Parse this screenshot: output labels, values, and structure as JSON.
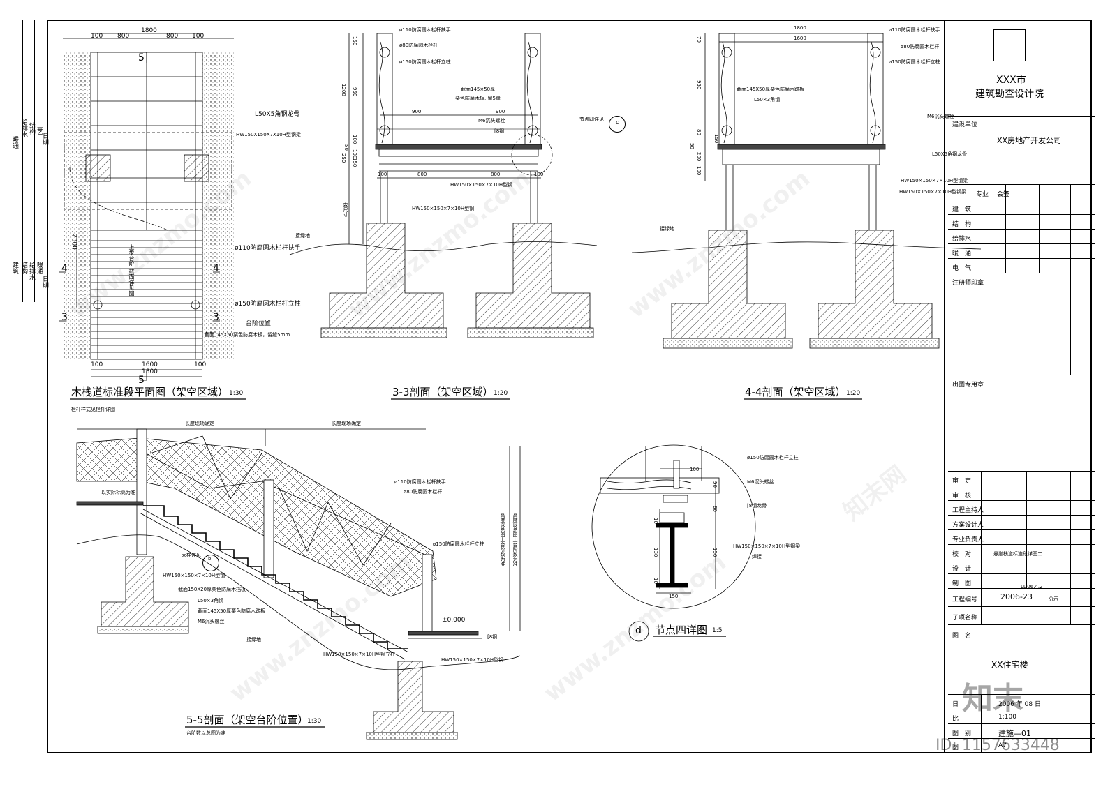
{
  "plan": {
    "title": "木栈道标准段平面图（架空区域）",
    "scale": "1:30",
    "dims_top": [
      "100",
      "800",
      "1800",
      "800",
      "100"
    ],
    "dims_bottom": [
      "100",
      "1600",
      "1800",
      "100"
    ],
    "dim_side": "2300",
    "section_marks": [
      "5",
      "5",
      "4",
      "4",
      "3",
      "3"
    ],
    "notes": [
      "L50X5角钢龙骨",
      "HW150X150X7X10H型钢梁",
      "ø110防腐圆木栏杆扶手",
      "ø150防腐圆木栏杆立柱",
      "台阶位置",
      "截面145X50栗色防腐木板，留缝5mm"
    ],
    "center_note": "上步台阶 截面详见图",
    "sub_note": "栏杆样式见栏杆详图"
  },
  "section33": {
    "title": "3-3剖面（架空区域）",
    "scale": "1:20",
    "dims_top": [
      "900",
      "900"
    ],
    "dims_bottom": [
      "100",
      "800",
      "800",
      "100"
    ],
    "dims_left": [
      "150",
      "950",
      "1200",
      "100",
      "50",
      "100",
      "150",
      "250"
    ],
    "vertical_label": "变尺寸",
    "notes": [
      "ø110防腐圆木栏杆扶手",
      "ø80防腐圆木栏杆",
      "ø150防腐圆木栏杆立柱",
      "截面145×50厚",
      "栗色防腐木板, 留5缝",
      "M6沉头螺栓",
      "[8钢",
      "HW150×150×7×10H型钢",
      "HW150×150×7×10H型钢",
      "节点四详见",
      "接绿地"
    ],
    "detail_mark": "d"
  },
  "section44": {
    "title": "4-4剖面（架空区域）",
    "scale": "1:20",
    "dims_top": [
      "1800",
      "1600"
    ],
    "dims_left": [
      "70",
      "950",
      "80",
      "50",
      "150",
      "200",
      "100"
    ],
    "notes": [
      "ø110防腐圆木栏杆扶手",
      "ø80防腐圆木栏杆",
      "ø150防腐圆木栏杆立柱",
      "截面145X50厚栗色防腐木踏板",
      "L50×3角钢",
      "M6沉头螺栓",
      "L50X5角钢龙骨",
      "HW150×150×7×10H型钢梁",
      "HW150×150×7×10H型钢梁",
      "接绿地"
    ]
  },
  "section55": {
    "title": "5-5剖面（架空台阶位置）",
    "scale": "1:30",
    "sub_note": "台阶数以总图为准",
    "dims_top": [
      "长度现场确定",
      "长度现场确定"
    ],
    "vertical_notes": [
      "高度以总图上台阶数为准",
      "高度以总图上台阶数为准"
    ],
    "elevation": "±0.000",
    "notes": [
      "ø110防腐圆木栏杆扶手",
      "ø80防腐圆木栏杆",
      "ø150防腐圆木栏杆立柱",
      "以实际标高为准",
      "大样详见",
      "HW150×150×7×10H型钢",
      "截面150X20厚栗色防腐木挡板",
      "L50×3角钢",
      "截面145X50厚栗色防腐木踏板",
      "M6沉头螺丝",
      "接绿地",
      "HW150×150×7×10H型钢立柱",
      "HW150×150×7×10H型钢",
      "[8钢"
    ],
    "detail_mark": "b"
  },
  "detail_d": {
    "title": "节点四详图",
    "scale": "1:5",
    "mark": "d",
    "dims": [
      "100",
      "50",
      "80",
      "10",
      "130",
      "150",
      "10",
      "150"
    ],
    "notes": [
      "ø150防腐圆木栏杆立柱",
      "M6沉头螺丝",
      "[8钢龙骨",
      "HW150×150×7×10H型钢梁",
      "焊接"
    ]
  },
  "left_strip": {
    "top_labels": [
      "暖通",
      "给排水",
      "结构",
      "工艺",
      "日期"
    ],
    "bottom_labels": [
      "建筑",
      "结构",
      "给排水",
      "暖通",
      "日期"
    ]
  },
  "title_block": {
    "institute": "XXX市",
    "institute_full": "建筑勘查设计院",
    "client_label": "建设单位",
    "client": "XX房地产开发公司",
    "sign_header": [
      "专业",
      "会签"
    ],
    "sign_rows": [
      "建　筑",
      "结　构",
      "给排水",
      "暖　通",
      "电　气"
    ],
    "reg_stamp": "注册师印章",
    "out_stamp": "出图专用章",
    "roles": [
      "审　定",
      "审　核",
      "工程主持人",
      "方案设计人",
      "专业负责人",
      "校　对",
      "设　计",
      "制　图",
      "工程编号",
      "子项名称"
    ],
    "drawing_name": "悬崖栈道标准段详图二",
    "date_small": "LD06.4.2",
    "project_no": "2006-23",
    "fenshi": "分示",
    "map_label": "图　名:",
    "building": "XX住宅楼",
    "date_label": "日",
    "date": "2006 年 08 日",
    "scale_label": "比",
    "scale": "1:100",
    "type_label": "图　别",
    "type": "建施—01",
    "no_label": "图",
    "sheet": "A7"
  },
  "watermark": {
    "brand": "知末",
    "id": "ID: 1157633448",
    "site": "www.znzmo.com",
    "site_cn": "知末网"
  }
}
